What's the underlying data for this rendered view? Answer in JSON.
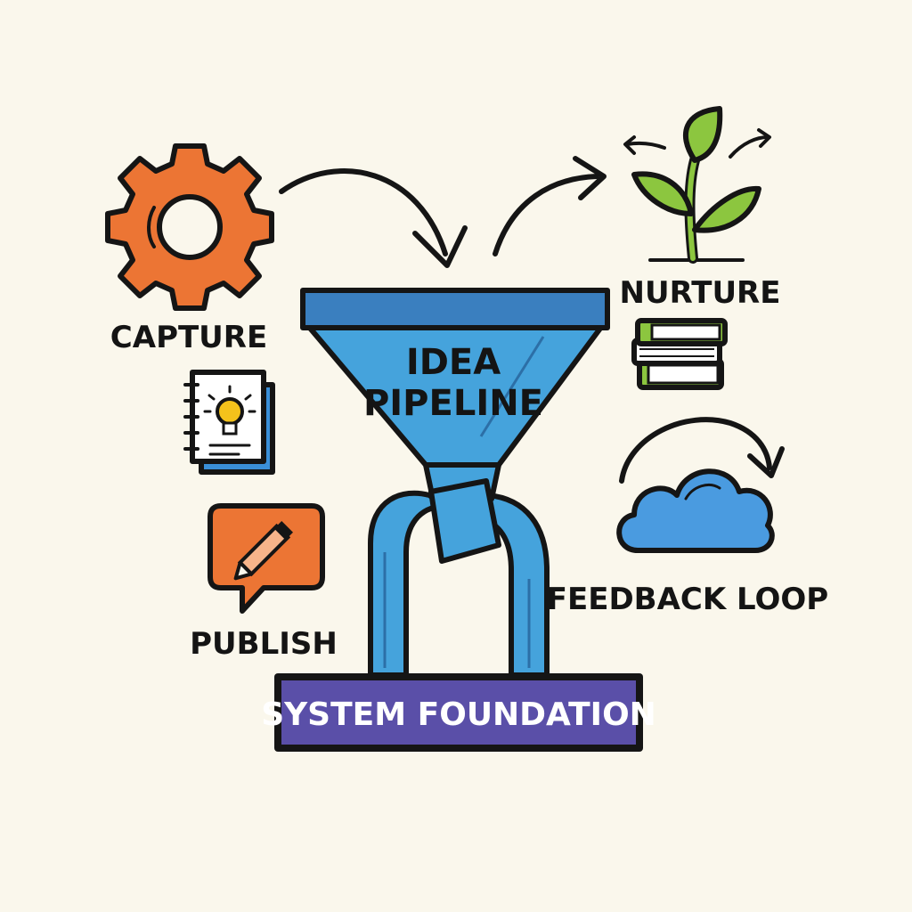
{
  "diagram": {
    "funnel": {
      "line1": "IDEA",
      "line2": "PIPELINE"
    },
    "foundation": "SYSTEM FOUNDATION",
    "stages": {
      "capture": "CAPTURE",
      "nurture": "NURTURE",
      "publish": "PUBLISH",
      "feedback": "FEEDBACK LOOP"
    },
    "colors": {
      "background": "#faf7ec",
      "funnel_blue": "#45a3dc",
      "funnel_rim": "#3a7fbf",
      "foundation_purple": "#5a4fa8",
      "gear_orange": "#ec7534",
      "sprout_green": "#8cc63f",
      "bulb_yellow": "#f4c21b",
      "ink": "#151515"
    }
  }
}
